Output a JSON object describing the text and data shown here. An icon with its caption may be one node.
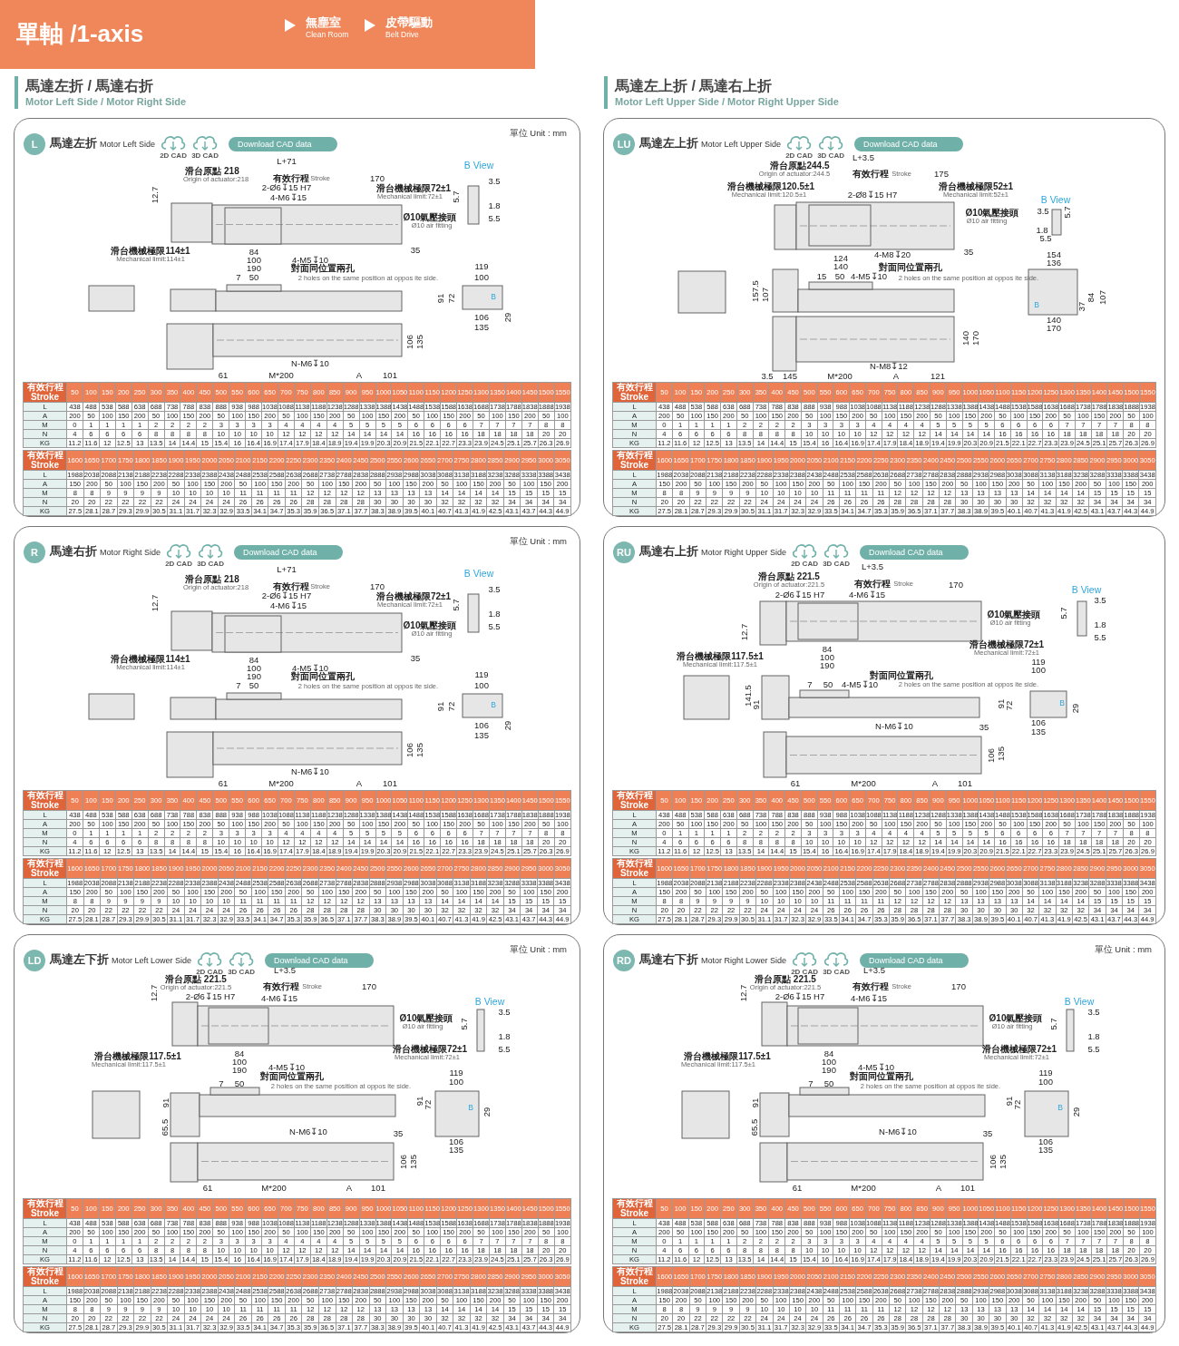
{
  "diagram": {
    "title": "單軸 /1-axis",
    "nodes": [
      {
        "text": [
          "馬達左折",
          "Motor Left Side"
        ]
      },
      {
        "text": [
          "L"
        ],
        "in": 0
      },
      {
        "text": [
          "Download CAD data"
        ],
        "in": 0
      },
      {
        "text": [
          "馬達左上折",
          "Motor Left Upper Side"
        ]
      },
      {
        "text": [
          "LU"
        ],
        "in": 3
      },
      {
        "text": [
          "Download CAD data"
        ],
        "in": 3
      },
      {
        "text": [
          "馬達右折",
          "Motor Right Side"
        ]
      },
      {
        "text": [
          "R"
        ],
        "in": 6
      },
      {
        "text": [
          "Download CAD data"
        ],
        "in": 6
      },
      {
        "text": [
          "馬達右上折",
          "Motor Right Upper Side"
        ]
      },
      {
        "text": [
          "RU"
        ],
        "in": 9
      },
      {
        "text": [
          "Download CAD data"
        ],
        "in": 9
      },
      {
        "text": [
          "馬達左下折",
          "Motor Left Lower Side"
        ]
      },
      {
        "text": [
          "LD"
        ],
        "in": 12
      },
      {
        "text": [
          "Download CAD data"
        ],
        "in": 12
      },
      {
        "text": [
          "馬達右下折",
          "Motor Right Lower Side"
        ]
      },
      {
        "text": [
          "RD"
        ],
        "in": 15
      },
      {
        "text": [
          "Download CAD data"
        ],
        "in": 15
      }
    ],
    "labels": [
      "無塵室",
      "Clean Room",
      "皮帶驅動",
      "Belt Drive",
      "馬達左折 / 馬達右折",
      "Motor Left Side / Motor Right Side",
      "馬達左上折 / 馬達右上折",
      "Motor Left Upper Side / Motor Right Upper Side",
      "單位 Unit : mm",
      "2D CAD",
      "3D CAD",
      "L+71",
      "B View",
      "滑台原點 218",
      "Origin of actuator:218",
      "有效行程",
      "Stroke",
      "170",
      "3.5",
      "2-Ø6↧15 H7",
      "滑台機械極限72±1",
      "12.7",
      "4-M6↧15",
      "Mechanical limit:72±1",
      "5.7",
      "1.8",
      "Ø10氣壓接頭",
      "5.5",
      "Ø10 air fitting",
      "滑台機械極限114±1",
      "84",
      "35",
      "Mechanical limit:114±1",
      "100",
      "4-M5↧10",
      "190",
      "對面同位置兩孔",
      "119",
      "7",
      "50",
      "2 holes on the same position at oppos ite side.",
      "100",
      "91",
      "72",
      "B",
      "106",
      "29",
      "135",
      "106",
      "135",
      "N-M6↧10",
      "61",
      "M*200",
      "A",
      "101",
      "有效行程 Stroke",
      "50",
      "100",
      "150",
      "200",
      "250",
      "300",
      "350",
      "400",
      "450",
      "500",
      "550",
      "600",
      "650",
      "700",
      "750",
      "800",
      "850",
      "900",
      "950",
      "1000",
      "1050",
      "1100",
      "1150",
      "1200",
      "1250",
      "1300",
      "1350",
      "1400",
      "1450",
      "1500",
      "1550",
      "L",
      "438",
      "488",
      "538",
      "588",
      "638",
      "688",
      "738",
      "788",
      "838",
      "888",
      "938",
      "988",
      "1038",
      "1088",
      "1138",
      "1188",
      "1238",
      "1288",
      "1338",
      "1388",
      "1438",
      "1488",
      "1538",
      "1588",
      "1638",
      "1688",
      "1738",
      "1788",
      "1838",
      "1888",
      "1938",
      "A",
      "200",
      "50",
      "100",
      "150",
      "200",
      "50",
      "100",
      "150",
      "200",
      "50",
      "100",
      "150",
      "200",
      "50",
      "100",
      "150",
      "200",
      "50",
      "100",
      "150",
      "200",
      "50",
      "100",
      "150",
      "200",
      "50",
      "100",
      "150",
      "200",
      "50",
      "100",
      "M",
      "0",
      "1",
      "1",
      "1",
      "1",
      "2",
      "2",
      "2",
      "2",
      "3",
      "3",
      "3",
      "3",
      "4",
      "4",
      "4",
      "4",
      "5",
      "5",
      "5",
      "5",
      "6",
      "6",
      "6",
      "6",
      "7",
      "7",
      "7",
      "7",
      "8",
      "8",
      "N",
      "4",
      "6",
      "6",
      "6",
      "6",
      "8",
      "8",
      "8",
      "8",
      "10",
      "10",
      "10",
      "10",
      "12",
      "12",
      "12",
      "12",
      "14",
      "14",
      "14",
      "14",
      "16",
      "16",
      "16",
      "16",
      "18",
      "18",
      "18",
      "18",
      "20",
      "20",
      "KG",
      "11.2",
      "11.6",
      "12",
      "12.5",
      "13",
      "13.5",
      "14",
      "14.4",
      "15",
      "15.4",
      "16",
      "16.4",
      "16.9",
      "17.4",
      "17.9",
      "18.4",
      "18.9",
      "19.4",
      "19.9",
      "20.3",
      "20.9",
      "21.5",
      "22.1",
      "22.7",
      "23.3",
      "23.9",
      "24.5",
      "25.1",
      "25.7",
      "26.3",
      "26.9",
      "有效行程 Stroke",
      "1600",
      "1650",
      "1700",
      "1750",
      "1800",
      "1850",
      "1900",
      "1950",
      "2000",
      "2050",
      "2100",
      "2150",
      "2200",
      "2250",
      "2300",
      "2350",
      "2400",
      "2450",
      "2500",
      "2550",
      "2600",
      "2650",
      "2700",
      "2750",
      "2800",
      "2850",
      "2900",
      "2950",
      "3000",
      "3050",
      "L",
      "1988",
      "2038",
      "2088",
      "2138",
      "2188",
      "2238",
      "2288",
      "2338",
      "2388",
      "2438",
      "2488",
      "2538",
      "2588",
      "2638",
      "2688",
      "2738",
      "2788",
      "2838",
      "2888",
      "2938",
      "2988",
      "3038",
      "3088",
      "3138",
      "3188",
      "3238",
      "3288",
      "3338",
      "3388",
      "3438",
      "A",
      "150",
      "200",
      "50",
      "100",
      "150",
      "200",
      "50",
      "100",
      "150",
      "200",
      "50",
      "100",
      "150",
      "200",
      "50",
      "100",
      "150",
      "200",
      "50",
      "100",
      "150",
      "200",
      "50",
      "100",
      "150",
      "200",
      "50",
      "100",
      "150",
      "200",
      "M",
      "8",
      "8",
      "9",
      "9",
      "9",
      "9",
      "10",
      "10",
      "10",
      "10",
      "11",
      "11",
      "11",
      "11",
      "12",
      "12",
      "12",
      "12",
      "13",
      "13",
      "13",
      "13",
      "14",
      "14",
      "14",
      "14",
      "15",
      "15",
      "15",
      "15",
      "N",
      "20",
      "20",
      "22",
      "22",
      "22",
      "22",
      "24",
      "24",
      "24",
      "24",
      "26",
      "26",
      "26",
      "26",
      "28",
      "28",
      "28",
      "28",
      "30",
      "30",
      "30",
      "30",
      "32",
      "32",
      "32",
      "32",
      "34",
      "34",
      "34",
      "34",
      "KG",
      "27.5",
      "28.1",
      "28.7",
      "29.3",
      "29.9",
      "30.5",
      "31.1",
      "31.7",
      "32.3",
      "32.9",
      "33.5",
      "34.1",
      "34.7",
      "35.3",
      "35.9",
      "36.5",
      "37.1",
      "37.7",
      "38.3",
      "38.9",
      "39.5",
      "40.1",
      "40.7",
      "41.3",
      "41.9",
      "42.5",
      "43.1",
      "43.7",
      "44.3",
      "44.9",
      "2D CAD",
      "3D CAD",
      "L+3.5",
      "滑台原點244.5",
      "Origin of actuator:244.5",
      "有效行程",
      "Stroke",
      "175",
      "滑台機械極限120.5±1",
      "滑台機械極限52±1",
      "Mechanical limit:120.5±1",
      "2-Ø8↧15 H7",
      "Mechanical limit:52±1",
      "B View",
      "Ø10氣壓接頭",
      "3.5",
      "5.7",
      "Ø10 air fitting",
      "1.8",
      "5.5",
      "4-M8↧20",
      "35",
      "154",
      "124",
      "136",
      "140",
      "對面同位置兩孔",
      "15",
      "50",
      "4-M5↧10",
      "2 holes on the same position at oppos ite side.",
      "157.5",
      "107",
      "B",
      "37",
      "84",
      "107",
      "140",
      "170",
      "140",
      "170",
      "N-M8↧12",
      "3.5",
      "145",
      "M*200",
      "A",
      "121",
      "有效行程 Stroke",
      "50",
      "100",
      "150",
      "200",
      "250",
      "300",
      "350",
      "400",
      "450",
      "500",
      "550",
      "600",
      "650",
      "700",
      "750",
      "800",
      "850",
      "900",
      "950",
      "1000",
      "1050",
      "1100",
      "1150",
      "1200",
      "1250",
      "1300",
      "1350",
      "1400",
      "1450",
      "1500",
      "1550",
      "L",
      "438",
      "488",
      "538",
      "588",
      "638",
      "688",
      "738",
      "788",
      "838",
      "888",
      "938",
      "988",
      "1038",
      "1088",
      "1138",
      "1188",
      "1238",
      "1288",
      "1338",
      "1388",
      "1438",
      "1488",
      "1538",
      "1588",
      "1638",
      "1688",
      "1738",
      "1788",
      "1838",
      "1888",
      "1938",
      "A",
      "200",
      "50",
      "100",
      "150",
      "200",
      "50",
      "100",
      "150",
      "200",
      "50",
      "100",
      "150",
      "200",
      "50",
      "100",
      "150",
      "200",
      "50",
      "100",
      "150",
      "200",
      "50",
      "100",
      "150",
      "200",
      "50",
      "100",
      "150",
      "200",
      "50",
      "100",
      "M",
      "0",
      "1",
      "1",
      "1",
      "1",
      "2",
      "2",
      "2",
      "2",
      "3",
      "3",
      "3",
      "3",
      "4",
      "4",
      "4",
      "4",
      "5",
      "5",
      "5",
      "5",
      "6",
      "6",
      "6",
      "6",
      "7",
      "7",
      "7",
      "7",
      "8",
      "8",
      "N",
      "4",
      "6",
      "6",
      "6",
      "6",
      "8",
      "8",
      "8",
      "8",
      "10",
      "10",
      "10",
      "10",
      "12",
      "12",
      "12",
      "12",
      "14",
      "14",
      "14",
      "14",
      "16",
      "16",
      "16",
      "16",
      "18",
      "18",
      "18",
      "18",
      "20",
      "20",
      "KG",
      "11.2",
      "11.6",
      "12",
      "12.5",
      "13",
      "13.5",
      "14",
      "14.4",
      "15",
      "15.4",
      "16",
      "16.4",
      "16.9",
      "17.4",
      "17.9",
      "18.4",
      "18.9",
      "19.4",
      "19.9",
      "20.3",
      "20.9",
      "21.5",
      "22.1",
      "22.7",
      "23.3",
      "23.9",
      "24.5",
      "25.1",
      "25.7",
      "26.3",
      "26.9",
      "有效行程 Stroke",
      "1600",
      "1650",
      "1700",
      "1750",
      "1800",
      "1850",
      "1900",
      "1950",
      "2000",
      "2050",
      "2100",
      "2150",
      "2200",
      "2250",
      "2300",
      "2350",
      "2400",
      "2450",
      "2500",
      "2550",
      "2600",
      "2650",
      "2700",
      "2750",
      "2800",
      "2850",
      "2900",
      "2950",
      "3000",
      "3050",
      "L",
      "1988",
      "2038",
      "2088",
      "2138",
      "2188",
      "2238",
      "2288",
      "2338",
      "2388",
      "2438",
      "2488",
      "2538",
      "2588",
      "2638",
      "2688",
      "2738",
      "2788",
      "2838",
      "2888",
      "2938",
      "2988",
      "3038",
      "3088",
      "3138",
      "3188",
      "3238",
      "3288",
      "3338",
      "3388",
      "3438",
      "A",
      "150",
      "200",
      "50",
      "100",
      "150",
      "200",
      "50",
      "100",
      "150",
      "200",
      "50",
      "100",
      "150",
      "200",
      "50",
      "100",
      "150",
      "200",
      "50",
      "100",
      "150",
      "200",
      "50",
      "100",
      "150",
      "200",
      "50",
      "100",
      "150",
      "200",
      "M",
      "8",
      "8",
      "9",
      "9",
      "9",
      "9",
      "10",
      "10",
      "10",
      "10",
      "11",
      "11",
      "11",
      "11",
      "12",
      "12",
      "12",
      "12",
      "13",
      "13",
      "13",
      "13",
      "14",
      "14",
      "14",
      "14",
      "15",
      "15",
      "15",
      "15",
      "N",
      "20",
      "20",
      "22",
      "22",
      "22",
      "22",
      "24",
      "24",
      "24",
      "24",
      "26",
      "26",
      "26",
      "26",
      "28",
      "28",
      "28",
      "28",
      "30",
      "30",
      "30",
      "30",
      "32",
      "32",
      "32",
      "32",
      "34",
      "34",
      "34",
      "34",
      "KG",
      "27.5",
      "28.1",
      "28.7",
      "29.3",
      "29.9",
      "30.5",
      "31.1",
      "31.7",
      "32.3",
      "32.9",
      "33.5",
      "34.1",
      "34.7",
      "35.3",
      "35.9",
      "36.5",
      "37.1",
      "37.7",
      "38.3",
      "38.9",
      "39.5",
      "40.1",
      "40.7",
      "41.3",
      "41.9",
      "42.5",
      "43.1",
      "43.7",
      "44.3",
      "44.9",
      "單位 Unit : mm",
      "2D CAD",
      "3D CAD",
      "L+71",
      "B View",
      "滑台原點 218",
      "Origin of actuator:218",
      "有效行程",
      "Stroke",
      "170",
      "3.5",
      "2-Ø6↧15 H7",
      "滑台機械極限72±1",
      "12.7",
      "4-M6↧15",
      "Mechanical limit:72±1",
      "5.7",
      "1.8",
      "Ø10氣壓接頭",
      "5.5",
      "Ø10 air fitting",
      "滑台機械極限114±1",
      "84",
      "35",
      "Mechanical limit:114±1",
      "100",
      "4-M5↧10",
      "190",
      "對面同位置兩孔",
      "119",
      "7",
      "50",
      "2 holes on the same position at oppos ite side.",
      "100",
      "91",
      "72",
      "B",
      "106",
      "29",
      "135",
      "106",
      "135",
      "N-M6↧10",
      "61",
      "M*200",
      "A",
      "101",
      "有效行程 Stroke",
      "50",
      "100",
      "150",
      "200",
      "250",
      "300",
      "350",
      "400",
      "450",
      "500",
      "550",
      "600",
      "650",
      "700",
      "750",
      "800",
      "850",
      "900",
      "950",
      "1000",
      "1050",
      "1100",
      "1150",
      "1200",
      "1250",
      "1300",
      "1350",
      "1400",
      "1450",
      "1500",
      "1550",
      "L",
      "438",
      "488",
      "538",
      "588",
      "638",
      "688",
      "738",
      "788",
      "838",
      "888",
      "938",
      "988",
      "1038",
      "1088",
      "1138",
      "1188",
      "1238",
      "1288",
      "1338",
      "1388",
      "1438",
      "1488",
      "1538",
      "1588",
      "1638",
      "1688",
      "1738",
      "1788",
      "1838",
      "1888",
      "1938",
      "A",
      "200",
      "50",
      "100",
      "150",
      "200",
      "50",
      "100",
      "150",
      "200",
      "50",
      "100",
      "150",
      "200",
      "50",
      "100",
      "150",
      "200",
      "50",
      "100",
      "150",
      "200",
      "50",
      "100",
      "150",
      "200",
      "50",
      "100",
      "150",
      "200",
      "50",
      "100",
      "M",
      "0",
      "1",
      "1",
      "1",
      "1",
      "2",
      "2",
      "2",
      "2",
      "3",
      "3",
      "3",
      "3",
      "4",
      "4",
      "4",
      "4",
      "5",
      "5",
      "5",
      "5",
      "6",
      "6",
      "6",
      "6",
      "7",
      "7",
      "7",
      "7",
      "8",
      "8",
      "N",
      "4",
      "6",
      "6",
      "6",
      "6",
      "8",
      "8",
      "8",
      "8",
      "10",
      "10",
      "10",
      "10",
      "12",
      "12",
      "12",
      "12",
      "14",
      "14",
      "14",
      "14",
      "16",
      "16",
      "16",
      "16",
      "18",
      "18",
      "18",
      "18",
      "20",
      "20",
      "KG",
      "11.2",
      "11.6",
      "12",
      "12.5",
      "13",
      "13.5",
      "14",
      "14.4",
      "15",
      "15.4",
      "16",
      "16.4",
      "16.9",
      "17.4",
      "17.9",
      "18.4",
      "18.9",
      "19.4",
      "19.9",
      "20.3",
      "20.9",
      "21.5",
      "22.1",
      "22.7",
      "23.3",
      "23.9",
      "24.5",
      "25.1",
      "25.7",
      "26.3",
      "26.9",
      "有效行程 Stroke",
      "1600",
      "1650",
      "1700",
      "1750",
      "1800",
      "1850",
      "1900",
      "1950",
      "2000",
      "2050",
      "2100",
      "2150",
      "2200",
      "2250",
      "2300",
      "2350",
      "2400",
      "2450",
      "2500",
      "2550",
      "2600",
      "2650",
      "2700",
      "2750",
      "2800",
      "2850",
      "2900",
      "2950",
      "3000",
      "3050",
      "L",
      "1988",
      "2038",
      "2088",
      "2138",
      "2188",
      "2238",
      "2288",
      "2338",
      "2388",
      "2438",
      "2488",
      "2538",
      "2588",
      "2638",
      "2688",
      "2738",
      "2788",
      "2838",
      "2888",
      "2938",
      "2988",
      "3038",
      "3088",
      "3138",
      "3188",
      "3238",
      "3288",
      "3338",
      "3388",
      "3438",
      "A",
      "150",
      "200",
      "50",
      "100",
      "150",
      "200",
      "50",
      "100",
      "150",
      "200",
      "50",
      "100",
      "150",
      "200",
      "50",
      "100",
      "150",
      "200",
      "50",
      "100",
      "150",
      "200",
      "50",
      "100",
      "150",
      "200",
      "50",
      "100",
      "150",
      "200",
      "M",
      "8",
      "8",
      "9",
      "9",
      "9",
      "9",
      "10",
      "10",
      "10",
      "10",
      "11",
      "11",
      "11",
      "11",
      "12",
      "12",
      "12",
      "12",
      "13",
      "13",
      "13",
      "13",
      "14",
      "14",
      "14",
      "14",
      "15",
      "15",
      "15",
      "15",
      "N",
      "20",
      "20",
      "22",
      "22",
      "22",
      "22",
      "24",
      "24",
      "24",
      "24",
      "26",
      "26",
      "26",
      "26",
      "28",
      "28",
      "28",
      "28",
      "30",
      "30",
      "30",
      "30",
      "32",
      "32",
      "32",
      "32",
      "34",
      "34",
      "34",
      "34",
      "KG",
      "27.5",
      "28.1",
      "28.7",
      "29.3",
      "29.9",
      "30.5",
      "31.1",
      "31.7",
      "32.3",
      "32.9",
      "33.5",
      "34.1",
      "34.7",
      "35.3",
      "35.9",
      "36.5",
      "37.1",
      "37.7",
      "38.3",
      "38.9",
      "39.5",
      "40.1",
      "40.7",
      "41.3",
      "41.9",
      "42.5",
      "43.1",
      "43.7",
      "44.3",
      "44.9",
      "2D CAD",
      "3D CAD",
      "L+3.5",
      "滑台原點 221.5",
      "Origin of actuator:221.5",
      "有效行程",
      "Stroke",
      "170",
      "B View",
      "2-Ø6↧15 H7",
      "4-M6↧15",
      "3.5",
      "Ø10氣壓接頭",
      "5.7",
      "Ø10 air fitting",
      "1.8",
      "12.7",
      "5.5",
      "滑台機械極限72±1",
      "84",
      "Mechanical limit:72±1",
      "滑台機械極限117.5±1",
      "100",
      "Mechanical limit:117.5±1",
      "190",
      "119",
      "100",
      "對面同位置兩孔",
      "7",
      "50",
      "4-M5↧10",
      "2 holes on the same position at oppos ite side.",
      "141.5",
      "91",
      "91",
      "72",
      "B",
      "29",
      "N-M6↧10",
      "35",
      "106",
      "135",
      "106",
      "135",
      "61",
      "M*200",
      "A",
      "101",
      "有效行程 Stroke",
      "50",
      "100",
      "150",
      "200",
      "250",
      "300",
      "350",
      "400",
      "450",
      "500",
      "550",
      "600",
      "650",
      "700",
      "750",
      "800",
      "850",
      "900",
      "950",
      "1000",
      "1050",
      "1100",
      "1150",
      "1200",
      "1250",
      "1300",
      "1350",
      "1400",
      "1450",
      "1500",
      "1550",
      "L",
      "438",
      "488",
      "538",
      "588",
      "638",
      "688",
      "738",
      "788",
      "838",
      "888",
      "938",
      "988",
      "1038",
      "1088",
      "1138",
      "1188",
      "1238",
      "1288",
      "1338",
      "1388",
      "1438",
      "1488",
      "1538",
      "1588",
      "1638",
      "1688",
      "1738",
      "1788",
      "1838",
      "1888",
      "1938",
      "A",
      "200",
      "50",
      "100",
      "150",
      "200",
      "50",
      "100",
      "150",
      "200",
      "50",
      "100",
      "150",
      "200",
      "50",
      "100",
      "150",
      "200",
      "50",
      "100",
      "150",
      "200",
      "50",
      "100",
      "150",
      "200",
      "50",
      "100",
      "150",
      "200",
      "50",
      "100",
      "M",
      "0",
      "1",
      "1",
      "1",
      "1",
      "2",
      "2",
      "2",
      "2",
      "3",
      "3",
      "3",
      "3",
      "4",
      "4",
      "4",
      "4",
      "5",
      "5",
      "5",
      "5",
      "6",
      "6",
      "6",
      "6",
      "7",
      "7",
      "7",
      "7",
      "8",
      "8",
      "N",
      "4",
      "6",
      "6",
      "6",
      "6",
      "8",
      "8",
      "8",
      "8",
      "10",
      "10",
      "10",
      "10",
      "12",
      "12",
      "12",
      "12",
      "14",
      "14",
      "14",
      "14",
      "16",
      "16",
      "16",
      "16",
      "18",
      "18",
      "18",
      "18",
      "20",
      "20",
      "KG",
      "11.2",
      "11.6",
      "12",
      "12.5",
      "13",
      "13.5",
      "14",
      "14.4",
      "15",
      "15.4",
      "16",
      "16.4",
      "16.9",
      "17.4",
      "17.9",
      "18.4",
      "18.9",
      "19.4",
      "19.9",
      "20.3",
      "20.9",
      "21.5",
      "22.1",
      "22.7",
      "23.3",
      "23.9",
      "24.5",
      "25.1",
      "25.7",
      "26.3",
      "26.9",
      "有效行程 Stroke",
      "1600",
      "1650",
      "1700",
      "1750",
      "1800",
      "1850",
      "1900",
      "1950",
      "2000",
      "2050",
      "2100",
      "2150",
      "2200",
      "2250",
      "2300",
      "2350",
      "2400",
      "2450",
      "2500",
      "2550",
      "2600",
      "2650",
      "2700",
      "2750",
      "2800",
      "2850",
      "2900",
      "2950",
      "3000",
      "3050",
      "L",
      "1988",
      "2038",
      "2088",
      "2138",
      "2188",
      "2238",
      "2288",
      "2338",
      "2388",
      "2438",
      "2488",
      "2538",
      "2588",
      "2638",
      "2688",
      "2738",
      "2788",
      "2838",
      "2888",
      "2938",
      "2988",
      "3038",
      "3088",
      "3138",
      "3188",
      "3238",
      "3288",
      "3338",
      "3388",
      "3438",
      "A",
      "150",
      "200",
      "50",
      "100",
      "150",
      "200",
      "50",
      "100",
      "150",
      "200",
      "50",
      "100",
      "150",
      "200",
      "50",
      "100",
      "150",
      "200",
      "50",
      "100",
      "150",
      "200",
      "50",
      "100",
      "150",
      "200",
      "50",
      "100",
      "150",
      "200",
      "M",
      "8",
      "8",
      "9",
      "9",
      "9",
      "9",
      "10",
      "10",
      "10",
      "10",
      "11",
      "11",
      "11",
      "11",
      "12",
      "12",
      "12",
      "12",
      "13",
      "13",
      "13",
      "13",
      "14",
      "14",
      "14",
      "14",
      "15",
      "15",
      "15",
      "15",
      "N",
      "20",
      "20",
      "22",
      "22",
      "22",
      "22",
      "24",
      "24",
      "24",
      "24",
      "26",
      "26",
      "26",
      "26",
      "28",
      "28",
      "28",
      "28",
      "30",
      "30",
      "30",
      "30",
      "32",
      "32",
      "32",
      "32",
      "34",
      "34",
      "34",
      "34",
      "KG",
      "27.5",
      "28.1",
      "28.7",
      "29.3",
      "29.9",
      "30.5",
      "31.1",
      "31.7",
      "32.3",
      "32.9",
      "33.5",
      "34.1",
      "34.7",
      "35.3",
      "35.9",
      "36.5",
      "37.1",
      "37.7",
      "38.3",
      "38.9",
      "39.5",
      "40.1",
      "40.7",
      "41.3",
      "41.9",
      "42.5",
      "43.1",
      "43.7",
      "44.3",
      "44.9",
      "單位 Unit : mm",
      "2D CAD",
      "3D CAD",
      "L+3.5",
      "滑台原點 221.5",
      "Origin of actuator:221.5",
      "有效行程",
      "Stroke",
      "170",
      "12.7",
      "2-Ø6↧15 H7",
      "4-M6↧15",
      "B View",
      "Ø10氣壓接頭",
      "5.7",
      "3.5",
      "Ø10 air fitting",
      "1.8",
      "滑台機械極限72±1",
      "5.5",
      "滑台機械極限117.5±1",
      "84",
      "Mechanical limit:72±1",
      "Mechanical limit:117.5±1",
      "100",
      "190",
      "4-M5↧10",
      "對面同位置兩孔",
      "119",
      "7",
      "50",
      "2 holes on the same position at oppos ite side.",
      "100",
      "91",
      "91",
      "72",
      "B",
      "29",
      "65.5",
      "N-M6↧10",
      "35",
      "106",
      "135",
      "106",
      "135",
      "61",
      "M*200",
      "A",
      "101",
      "有效行程 Stroke",
      "50",
      "100",
      "150",
      "200",
      "250",
      "300",
      "350",
      "400",
      "450",
      "500",
      "550",
      "600",
      "650",
      "700",
      "750",
      "800",
      "850",
      "900",
      "950",
      "1000",
      "1050",
      "1100",
      "1150",
      "1200",
      "1250",
      "1300",
      "1350",
      "1400",
      "1450",
      "1500",
      "1550",
      "L",
      "438",
      "488",
      "538",
      "588",
      "638",
      "688",
      "738",
      "788",
      "838",
      "888",
      "938",
      "988",
      "1038",
      "1088",
      "1138",
      "1188",
      "1238",
      "1288",
      "1338",
      "1388",
      "1438",
      "1488",
      "1538",
      "1588",
      "1638",
      "1688",
      "1738",
      "1788",
      "1838",
      "1888",
      "1938",
      "A",
      "200",
      "50",
      "100",
      "150",
      "200",
      "50",
      "100",
      "150",
      "200",
      "50",
      "100",
      "150",
      "200",
      "50",
      "100",
      "150",
      "200",
      "50",
      "100",
      "150",
      "200",
      "50",
      "100",
      "150",
      "200",
      "50",
      "100",
      "150",
      "200",
      "50",
      "100",
      "M",
      "0",
      "1",
      "1",
      "1",
      "1",
      "2",
      "2",
      "2",
      "2",
      "3",
      "3",
      "3",
      "3",
      "4",
      "4",
      "4",
      "4",
      "5",
      "5",
      "5",
      "5",
      "6",
      "6",
      "6",
      "6",
      "7",
      "7",
      "7",
      "7",
      "8",
      "8",
      "N",
      "4",
      "6",
      "6",
      "6",
      "6",
      "8",
      "8",
      "8",
      "8",
      "10",
      "10",
      "10",
      "10",
      "12",
      "12",
      "12",
      "12",
      "14",
      "14",
      "14",
      "14",
      "16",
      "16",
      "16",
      "16",
      "18",
      "18",
      "18",
      "18",
      "20",
      "20",
      "KG",
      "11.2",
      "11.6",
      "12",
      "12.5",
      "13",
      "13.5",
      "14",
      "14.4",
      "15",
      "15.4",
      "16",
      "16.4",
      "16.9",
      "17.4",
      "17.9",
      "18.4",
      "18.9",
      "19.4",
      "19.9",
      "20.3",
      "20.9",
      "21.5",
      "22.1",
      "22.7",
      "23.3",
      "23.9",
      "24.5",
      "25.1",
      "25.7",
      "26.3",
      "26.9",
      "有效行程 Stroke",
      "1600",
      "1650",
      "1700",
      "1750",
      "1800",
      "1850",
      "1900",
      "1950",
      "2000",
      "2050",
      "2100",
      "2150",
      "2200",
      "2250",
      "2300",
      "2350",
      "2400",
      "2450",
      "2500",
      "2550",
      "2600",
      "2650",
      "2700",
      "2750",
      "2800",
      "2850",
      "2900",
      "2950",
      "3000",
      "3050",
      "L",
      "1988",
      "2038",
      "2088",
      "2138",
      "2188",
      "2238",
      "2288",
      "2338",
      "2388",
      "2438",
      "2488",
      "2538",
      "2588",
      "2638",
      "2688",
      "2738",
      "2788",
      "2838",
      "2888",
      "2938",
      "2988",
      "3038",
      "3088",
      "3138",
      "3188",
      "3238",
      "3288",
      "3338",
      "3388",
      "3438",
      "A",
      "150",
      "200",
      "50",
      "100",
      "150",
      "200",
      "50",
      "100",
      "150",
      "200",
      "50",
      "100",
      "150",
      "200",
      "50",
      "100",
      "150",
      "200",
      "50",
      "100",
      "150",
      "200",
      "50",
      "100",
      "150",
      "200",
      "50",
      "100",
      "150",
      "200",
      "M",
      "8",
      "8",
      "9",
      "9",
      "9",
      "9",
      "10",
      "10",
      "10",
      "10",
      "11",
      "11",
      "11",
      "11",
      "12",
      "12",
      "12",
      "12",
      "13",
      "13",
      "13",
      "13",
      "14",
      "14",
      "14",
      "14",
      "15",
      "15",
      "15",
      "15",
      "N",
      "20",
      "20",
      "22",
      "22",
      "22",
      "22",
      "24",
      "24",
      "24",
      "24",
      "26",
      "26",
      "26",
      "26",
      "28",
      "28",
      "28",
      "28",
      "30",
      "30",
      "30",
      "30",
      "32",
      "32",
      "32",
      "32",
      "34",
      "34",
      "34",
      "34",
      "KG",
      "27.5",
      "28.1",
      "28.7",
      "29.3",
      "29.9",
      "30.5",
      "31.1",
      "31.7",
      "32.3",
      "32.9",
      "33.5",
      "34.1",
      "34.7",
      "35.3",
      "35.9",
      "36.5",
      "37.1",
      "37.7",
      "38.3",
      "38.9",
      "39.5",
      "40.1",
      "40.7",
      "41.3",
      "41.9",
      "42.5",
      "43.1",
      "43.7",
      "44.3",
      "44.9",
      "單位 Unit : mm",
      "2D CAD",
      "3D CAD",
      "L+3.5",
      "滑台原點 221.5",
      "Origin of actuator:221.5",
      "有效行程",
      "Stroke",
      "170",
      "12.7",
      "2-Ø6↧15 H7",
      "4-M6↧15",
      "B View",
      "Ø10氣壓接頭",
      "5.7",
      "3.5",
      "Ø10 air fitting",
      "1.8",
      "滑台機械極限72±1",
      "5.5",
      "滑台機械極限117.5±1",
      "84",
      "Mechanical limit:72±1",
      "Mechanical limit:117.5±1",
      "100",
      "190",
      "4-M5↧10",
      "對面同位置兩孔",
      "119",
      "7",
      "50",
      "2 holes on the same position at oppos ite side.",
      "100",
      "91",
      "91",
      "72",
      "B",
      "29",
      "65.5",
      "N-M6↧10",
      "35",
      "106",
      "135",
      "106",
      "135",
      "61",
      "M*200",
      "A",
      "101",
      "有效行程 Stroke",
      "50",
      "100",
      "150",
      "200",
      "250",
      "300",
      "350",
      "400",
      "450",
      "500",
      "550",
      "600",
      "650",
      "700",
      "750",
      "800",
      "850",
      "900",
      "950",
      "1000",
      "1050",
      "1100",
      "1150",
      "1200",
      "1250",
      "1300",
      "1350",
      "1400",
      "1450",
      "1500",
      "1550",
      "L",
      "438",
      "488",
      "538",
      "588",
      "638",
      "688",
      "738",
      "788",
      "838",
      "888",
      "938",
      "988",
      "1038",
      "1088",
      "1138",
      "1188",
      "1238",
      "1288",
      "1338",
      "1388",
      "1438",
      "1488",
      "1538",
      "1588",
      "1638",
      "1688",
      "1738",
      "1788",
      "1838",
      "1888",
      "1938",
      "A",
      "200",
      "50",
      "100",
      "150",
      "200",
      "50",
      "100",
      "150",
      "200",
      "50",
      "100",
      "150",
      "200",
      "50",
      "100",
      "150",
      "200",
      "50",
      "100",
      "150",
      "200",
      "50",
      "100",
      "150",
      "200",
      "50",
      "100",
      "150",
      "200",
      "50",
      "100",
      "M",
      "0",
      "1",
      "1",
      "1",
      "1",
      "2",
      "2",
      "2",
      "2",
      "3",
      "3",
      "3",
      "3",
      "4",
      "4",
      "4",
      "4",
      "5",
      "5",
      "5",
      "5",
      "6",
      "6",
      "6",
      "6",
      "7",
      "7",
      "7",
      "7",
      "8",
      "8",
      "N",
      "4",
      "6",
      "6",
      "6",
      "6",
      "8",
      "8",
      "8",
      "8",
      "10",
      "10",
      "10",
      "10",
      "12",
      "12",
      "12",
      "12",
      "14",
      "14",
      "14",
      "14",
      "16",
      "16",
      "16",
      "16",
      "18",
      "18",
      "18",
      "18",
      "20",
      "20",
      "KG",
      "11.2",
      "11.6",
      "12",
      "12.5",
      "13",
      "13.5",
      "14",
      "14.4",
      "15",
      "15.4",
      "16",
      "16.4",
      "16.9",
      "17.4",
      "17.9",
      "18.4",
      "18.9",
      "19.4",
      "19.9",
      "20.3",
      "20.9",
      "21.5",
      "22.1",
      "22.7",
      "23.3",
      "23.9",
      "24.5",
      "25.1",
      "25.7",
      "26.3",
      "26.9",
      "有效行程 Stroke",
      "1600",
      "1650",
      "1700",
      "1750",
      "1800",
      "1850",
      "1900",
      "1950",
      "2000",
      "2050",
      "2100",
      "2150",
      "2200",
      "2250",
      "2300",
      "2350",
      "2400",
      "2450",
      "2500",
      "2550",
      "2600",
      "2650",
      "2700",
      "2750",
      "2800",
      "2850",
      "2900",
      "2950",
      "3000",
      "3050",
      "L",
      "1988",
      "2038",
      "2088",
      "2138",
      "2188",
      "2238",
      "2288",
      "2338",
      "2388",
      "2438",
      "2488",
      "2538",
      "2588",
      "2638",
      "2688",
      "2738",
      "2788",
      "2838",
      "2888",
      "2938",
      "2988",
      "3038",
      "3088",
      "3138",
      "3188",
      "3238",
      "3288",
      "3338",
      "3388",
      "3438",
      "A",
      "150",
      "200",
      "50",
      "100",
      "150",
      "200",
      "50",
      "100",
      "150",
      "200",
      "50",
      "100",
      "150",
      "200",
      "50",
      "100",
      "150",
      "200",
      "50",
      "100",
      "150",
      "200",
      "50",
      "100",
      "150",
      "200",
      "50",
      "100",
      "150",
      "200",
      "M",
      "8",
      "8",
      "9",
      "9",
      "9",
      "9",
      "10",
      "10",
      "10",
      "10",
      "11",
      "11",
      "11",
      "11",
      "12",
      "12",
      "12",
      "12",
      "13",
      "13",
      "13",
      "13",
      "14",
      "14",
      "14",
      "14",
      "15",
      "15",
      "15",
      "15",
      "N",
      "20",
      "20",
      "22",
      "22",
      "22",
      "22",
      "24",
      "24",
      "24",
      "24",
      "26",
      "26",
      "26",
      "26",
      "28",
      "28",
      "28",
      "28",
      "30",
      "30",
      "30",
      "30",
      "32",
      "32",
      "32",
      "32",
      "34",
      "34",
      "34",
      "34",
      "KG",
      "27.5",
      "28.1",
      "28.7",
      "29.3",
      "29.9",
      "30.5",
      "31.1",
      "31.7",
      "32.3",
      "32.9",
      "33.5",
      "34.1",
      "34.7",
      "35.3",
      "35.9",
      "36.5",
      "37.1",
      "37.7",
      "38.3",
      "38.9",
      "39.5",
      "40.1",
      "40.7",
      "41.3",
      "41.9",
      "42.5",
      "43.1",
      "43.7",
      "44.3",
      "44.9"
    ]
  }
}
